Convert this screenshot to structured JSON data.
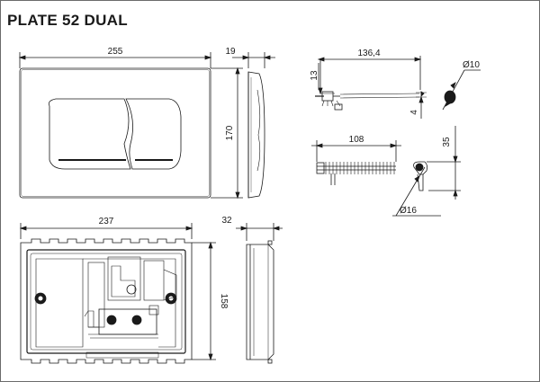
{
  "title": "PLATE 52 DUAL",
  "dimensions": {
    "plate_width": "255",
    "plate_depth": "19",
    "plate_height": "170",
    "frame_width": "237",
    "frame_depth": "32",
    "frame_height": "158",
    "rod_length": "136,4",
    "rod_offset": "13",
    "rod_tip": "4",
    "knob_diameter": "Ø10",
    "sleeve_length": "108",
    "sleeve_offset": "35",
    "sleeve_diameter": "Ø16"
  },
  "colors": {
    "line": "#1a1a1a",
    "frame": "#6b6b6b"
  }
}
